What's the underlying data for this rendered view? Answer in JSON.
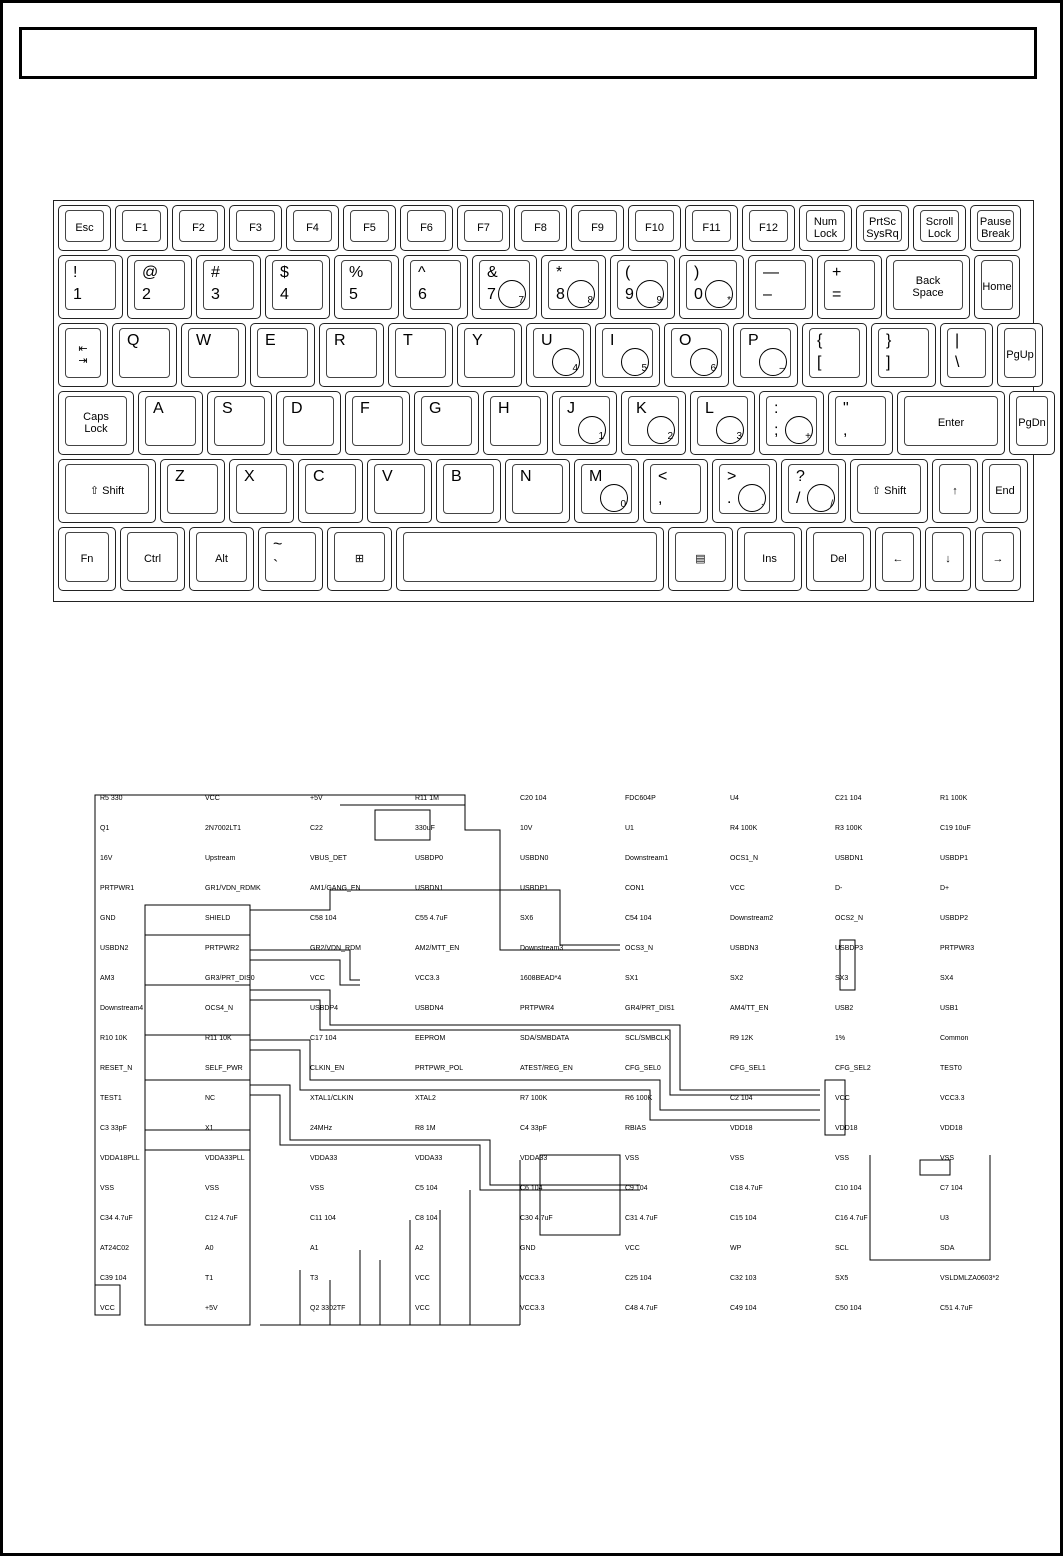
{
  "keyboard": {
    "rows": [
      [
        {
          "label": "Esc",
          "w": 55
        },
        {
          "label": "F1",
          "w": 55
        },
        {
          "label": "F2",
          "w": 55
        },
        {
          "label": "F3",
          "w": 55
        },
        {
          "label": "F4",
          "w": 55
        },
        {
          "label": "F5",
          "w": 55
        },
        {
          "label": "F6",
          "w": 55
        },
        {
          "label": "F7",
          "w": 55
        },
        {
          "label": "F8",
          "w": 55
        },
        {
          "label": "F9",
          "w": 55
        },
        {
          "label": "F10",
          "w": 55
        },
        {
          "label": "F11",
          "w": 55
        },
        {
          "label": "F12",
          "w": 55
        },
        {
          "label": "Num\nLock",
          "w": 55
        },
        {
          "label": "PrtSc\nSysRq",
          "w": 55
        },
        {
          "label": "Scroll\nLock",
          "w": 55
        },
        {
          "label": "Pause\nBreak",
          "w": 53
        }
      ],
      [
        {
          "top": "!",
          "bot": "1",
          "w": 67
        },
        {
          "top": "@",
          "bot": "2",
          "w": 67
        },
        {
          "top": "#",
          "bot": "3",
          "w": 67
        },
        {
          "top": "$",
          "bot": "4",
          "w": 67
        },
        {
          "top": "%",
          "bot": "5",
          "w": 67
        },
        {
          "top": "^",
          "bot": "6",
          "w": 67
        },
        {
          "top": "&",
          "bot": "7",
          "sub": "7",
          "w": 67
        },
        {
          "top": "*",
          "bot": "8",
          "sub": "8",
          "w": 67
        },
        {
          "top": "(",
          "bot": "9",
          "sub": "9",
          "w": 67
        },
        {
          "top": ")",
          "bot": "0",
          "sub": "*",
          "w": 67
        },
        {
          "top": "—",
          "bot": "–",
          "w": 67
        },
        {
          "top": "+",
          "bot": "=",
          "w": 67
        },
        {
          "label": "Back\nSpace",
          "w": 86
        },
        {
          "label": "Home",
          "w": 48
        }
      ],
      [
        {
          "label": "⇤\n⇥",
          "w": 52
        },
        {
          "top": "Q",
          "w": 67
        },
        {
          "top": "W",
          "w": 67
        },
        {
          "top": "E",
          "w": 67
        },
        {
          "top": "R",
          "w": 67
        },
        {
          "top": "T",
          "w": 67
        },
        {
          "top": "Y",
          "w": 67
        },
        {
          "top": "U",
          "sub": "4",
          "w": 67
        },
        {
          "top": "I",
          "sub": "5",
          "w": 67
        },
        {
          "top": "O",
          "sub": "6",
          "w": 67
        },
        {
          "top": "P",
          "sub": "–",
          "w": 67
        },
        {
          "top": "{",
          "bot": "[",
          "w": 67
        },
        {
          "top": "}",
          "bot": "]",
          "w": 67
        },
        {
          "top": "|",
          "bot": "\\",
          "w": 55
        },
        {
          "label": "PgUp",
          "w": 48
        }
      ],
      [
        {
          "label": "Caps\nLock",
          "w": 78
        },
        {
          "top": "A",
          "w": 67
        },
        {
          "top": "S",
          "w": 67
        },
        {
          "top": "D",
          "w": 67
        },
        {
          "top": "F",
          "w": 67
        },
        {
          "top": "G",
          "w": 67
        },
        {
          "top": "H",
          "w": 67
        },
        {
          "top": "J",
          "sub": "1",
          "w": 67
        },
        {
          "top": "K",
          "sub": "2",
          "w": 67
        },
        {
          "top": "L",
          "sub": "3",
          "w": 67
        },
        {
          "top": ":",
          "bot": ";",
          "sub": "+",
          "w": 67
        },
        {
          "top": "\"",
          "bot": ",",
          "w": 67
        },
        {
          "label": "Enter",
          "w": 110
        },
        {
          "label": "PgDn",
          "w": 48
        }
      ],
      [
        {
          "label": "⇧ Shift",
          "w": 100
        },
        {
          "top": "Z",
          "w": 67
        },
        {
          "top": "X",
          "w": 67
        },
        {
          "top": "C",
          "w": 67
        },
        {
          "top": "V",
          "w": 67
        },
        {
          "top": "B",
          "w": 67
        },
        {
          "top": "N",
          "w": 67
        },
        {
          "top": "M",
          "sub": "0",
          "w": 67
        },
        {
          "top": "<",
          "bot": ",",
          "w": 67
        },
        {
          "top": ">",
          "bot": ".",
          "sub": "·",
          "w": 67
        },
        {
          "top": "?",
          "bot": "/",
          "sub": "/",
          "w": 67
        },
        {
          "label": "⇧ Shift",
          "w": 80
        },
        {
          "label": "↑",
          "w": 48
        },
        {
          "label": "End",
          "w": 48
        }
      ],
      [
        {
          "label": "Fn",
          "w": 60
        },
        {
          "label": "Ctrl",
          "w": 67
        },
        {
          "label": "Alt",
          "w": 67
        },
        {
          "top": "~",
          "bot": "`",
          "w": 67
        },
        {
          "label": "⊞",
          "w": 67
        },
        {
          "label": "",
          "w": 270
        },
        {
          "label": "▤",
          "w": 67
        },
        {
          "label": "Ins",
          "w": 67
        },
        {
          "label": "Del",
          "w": 67
        },
        {
          "label": "←",
          "w": 48
        },
        {
          "label": "↓",
          "w": 48
        },
        {
          "label": "→",
          "w": 48
        }
      ]
    ]
  },
  "schematic": {
    "labels": [
      "R5 330",
      "VCC",
      "+5V",
      "R11 1M",
      "C20 104",
      "FDC604P",
      "U4",
      "C21 104",
      "R1 100K",
      "Q1",
      "2N7002LT1",
      "C22",
      "330uF",
      "10V",
      "U1",
      "R4 100K",
      "R3 100K",
      "C19 10uF",
      "16V",
      "Upstream",
      "VBUS_DET",
      "USBDP0",
      "USBDN0",
      "Downstream1",
      "OCS1_N",
      "USBDN1",
      "USBDP1",
      "PRTPWR1",
      "GR1/VDN_RDMK",
      "AM1/GANG_EN",
      "USBDN1",
      "USBDP1",
      "CON1",
      "VCC",
      "D-",
      "D+",
      "GND",
      "SHIELD",
      "C58 104",
      "C55 4.7uF",
      "SX6",
      "C54 104",
      "Downstream2",
      "OCS2_N",
      "USBDP2",
      "USBDN2",
      "PRTPWR2",
      "GR2/VDN_RDM",
      "AM2/MTT_EN",
      "Downstream3",
      "OCS3_N",
      "USBDN3",
      "USBDP3",
      "PRTPWR3",
      "AM3",
      "GR3/PRT_DIS0",
      "VCC",
      "VCC3.3",
      "1608BEAD*4",
      "SX1",
      "SX2",
      "SX3",
      "SX4",
      "Downstream4",
      "OCS4_N",
      "USBDP4",
      "USBDN4",
      "PRTPWR4",
      "GR4/PRT_DIS1",
      "AM4/TT_EN",
      "USB2",
      "USB1",
      "R10 10K",
      "R11 10K",
      "C17 104",
      "EEPROM",
      "SDA/SMBDATA",
      "SCL/SMBCLK",
      "R9 12K",
      "1%",
      "Common",
      "RESET_N",
      "SELF_PWR",
      "CLKIN_EN",
      "PRTPWR_POL",
      "ATEST/REG_EN",
      "CFG_SEL0",
      "CFG_SEL1",
      "CFG_SEL2",
      "TEST0",
      "TEST1",
      "NC",
      "XTAL1/CLKIN",
      "XTAL2",
      "R7 100K",
      "R6 100K",
      "C2 104",
      "VCC",
      "VCC3.3",
      "C3 33pF",
      "X1",
      "24MHz",
      "R8 1M",
      "C4 33pF",
      "RBIAS",
      "VDD18",
      "VDD18",
      "VDD18",
      "VDDA18PLL",
      "VDDA33PLL",
      "VDDA33",
      "VDDA33",
      "VDDA33",
      "VSS",
      "VSS",
      "VSS",
      "VSS",
      "VSS",
      "VSS",
      "VSS",
      "C5 104",
      "C6 104",
      "C9 104",
      "C18 4.7uF",
      "C10 104",
      "C7 104",
      "C34 4.7uF",
      "C12 4.7uF",
      "C11 104",
      "C8 104",
      "C30 4.7uF",
      "C31 4.7uF",
      "C15 104",
      "C16 4.7uF",
      "U3",
      "AT24C02",
      "A0",
      "A1",
      "A2",
      "GND",
      "VCC",
      "WP",
      "SCL",
      "SDA",
      "C39 104",
      "T1",
      "T3",
      "VCC",
      "VCC3.3",
      "C25 104",
      "C32 103",
      "SX5",
      "VSLDMLZA0603*2",
      "VCC",
      "+5V",
      "Q2 3302TF",
      "VCC",
      "VCC3.3",
      "C48 4.7uF",
      "C49 104",
      "C50 104",
      "C51 4.7uF"
    ]
  }
}
